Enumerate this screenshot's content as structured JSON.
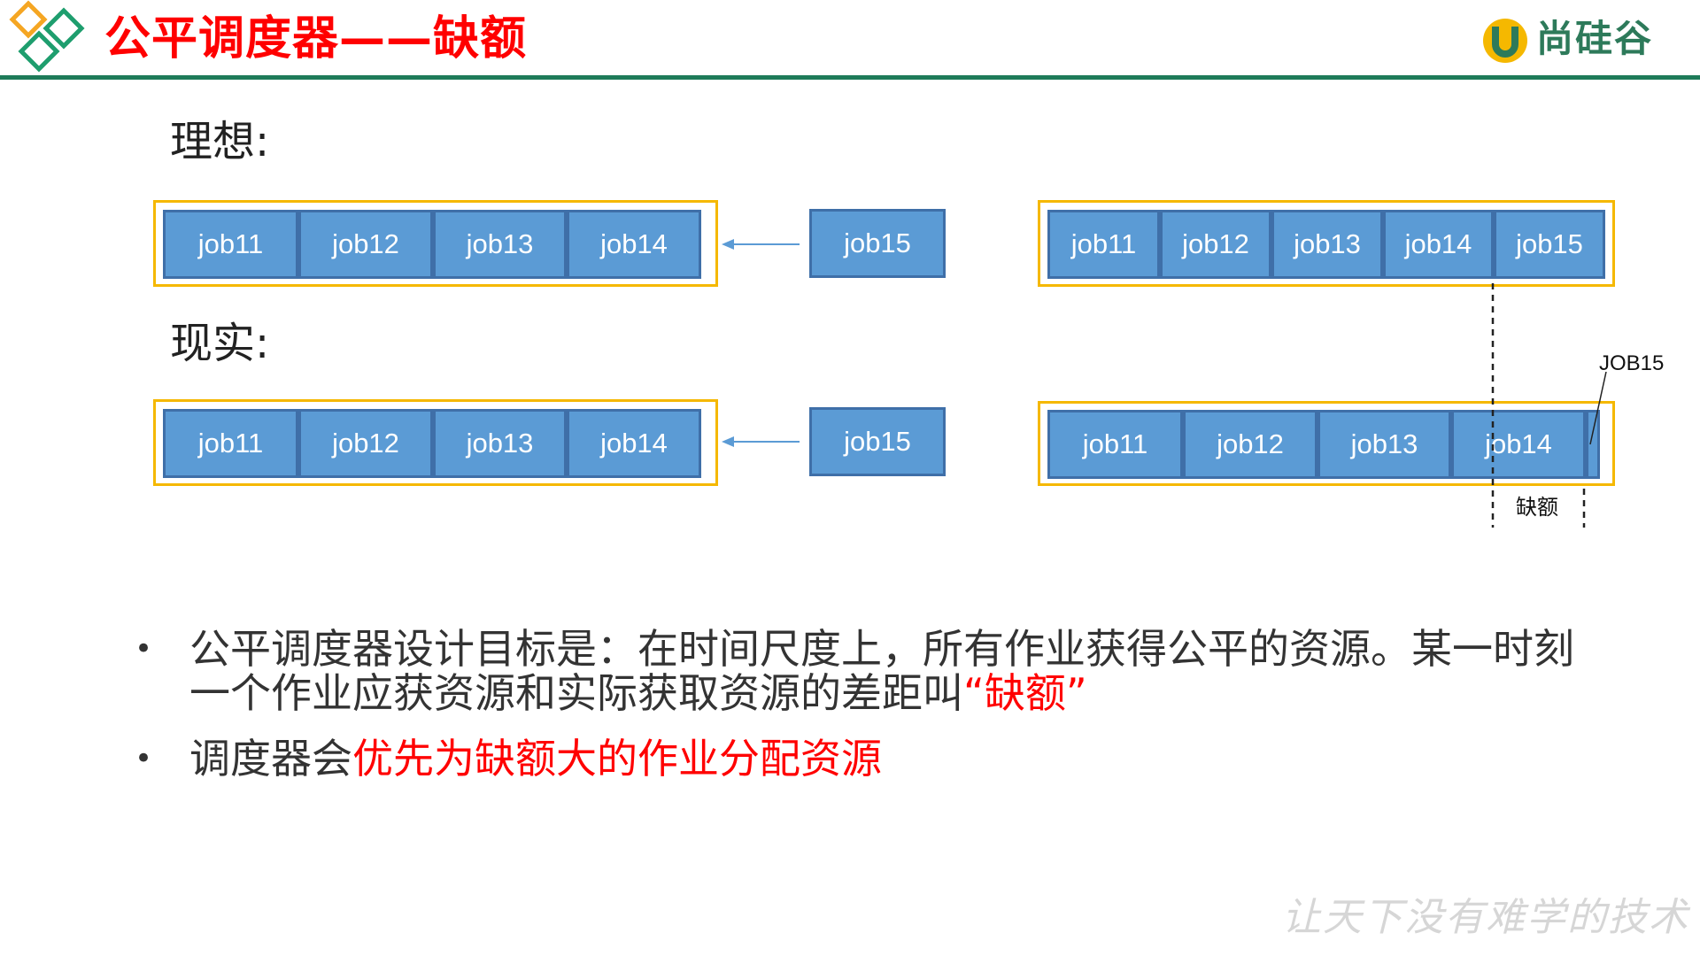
{
  "header": {
    "title": "公平调度器——缺额",
    "logo_text": "尚硅谷",
    "accent_color": "#1e7b59",
    "title_color": "#ff0000"
  },
  "diagram": {
    "ideal_label": "理想:",
    "reality_label": "现实:",
    "ideal_left_jobs": [
      "job11",
      "job12",
      "job13",
      "job14"
    ],
    "ideal_incoming_job": "job15",
    "ideal_right_jobs": [
      "job11",
      "job12",
      "job13",
      "job14",
      "job15"
    ],
    "real_left_jobs": [
      "job11",
      "job12",
      "job13",
      "job14"
    ],
    "real_incoming_job": "job15",
    "real_right_jobs": [
      "job11",
      "job12",
      "job13",
      "job14"
    ],
    "sliver_label": "JOB15",
    "deficit_label": "缺额"
  },
  "bullets": [
    {
      "text": "公平调度器设计目标是：在时间尺度上，所有作业获得公平的资源。某一时刻一个作业应获资源和实际获取资源的差距叫",
      "highlight": "“缺额”"
    },
    {
      "text": "调度器会",
      "highlight": "优先为缺额大的作业分配资源"
    }
  ],
  "footer": {
    "slogan": "让天下没有难学的技术"
  }
}
